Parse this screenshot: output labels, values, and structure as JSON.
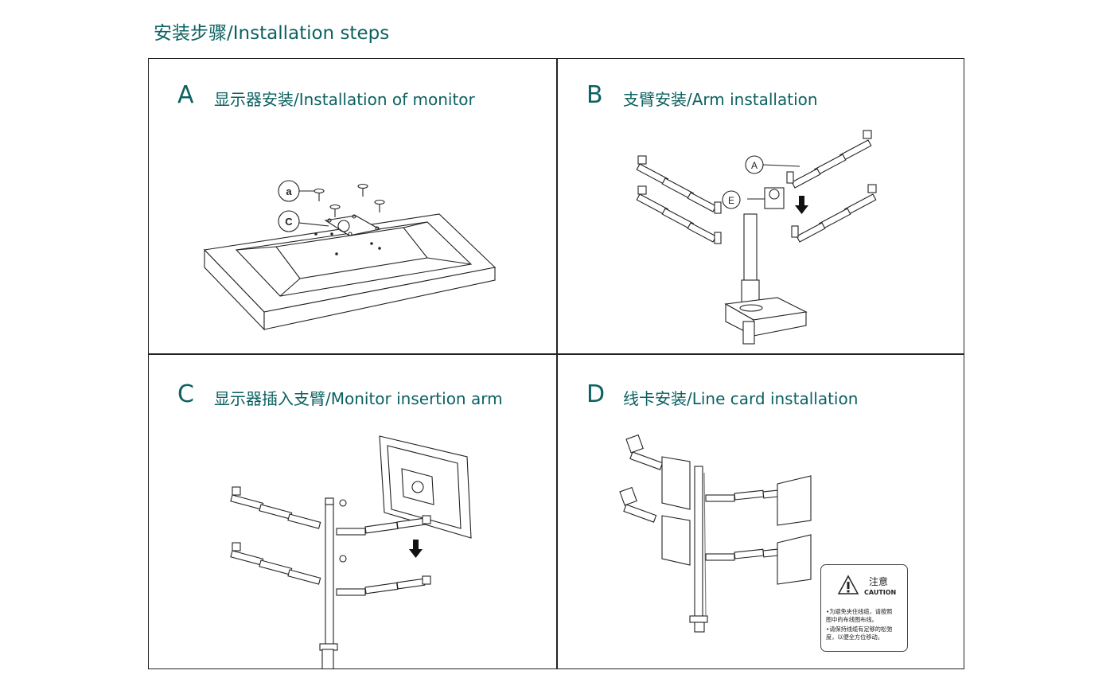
{
  "page": {
    "title": "安装步骤/Installation steps"
  },
  "steps": [
    {
      "letter": "A",
      "label": "显示器安装/Installation of monitor",
      "callouts": [
        "a",
        "C"
      ]
    },
    {
      "letter": "B",
      "label": "支臂安装/Arm installation",
      "callouts": [
        "A",
        "E"
      ]
    },
    {
      "letter": "C",
      "label": "显示器插入支臂/Monitor insertion arm"
    },
    {
      "letter": "D",
      "label": "线卡安装/Line card installation"
    }
  ],
  "caution": {
    "title": "注意",
    "subtitle": "CAUTION",
    "lines": [
      "•为避免夹住线缆，请按照",
      "  图中的布线图布线。",
      "•请保持线缆有足够的松弛",
      "  度，以便全方位移动。"
    ]
  },
  "colors": {
    "accent": "#0d6161",
    "line": "#222222"
  },
  "icons": [
    "warning-triangle-icon",
    "down-arrow-icon"
  ]
}
